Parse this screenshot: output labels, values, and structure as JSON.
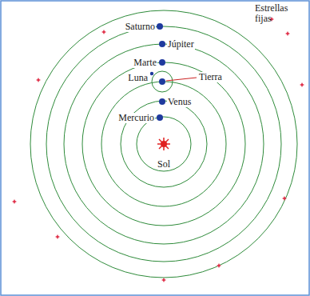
{
  "diagram": {
    "labels": [
      "Estrellas fijas",
      "Saturno",
      "Júpiter",
      "Marte",
      "Luna",
      "Tierra",
      "Venus",
      "Mercurio",
      "Sol"
    ]
  }
}
